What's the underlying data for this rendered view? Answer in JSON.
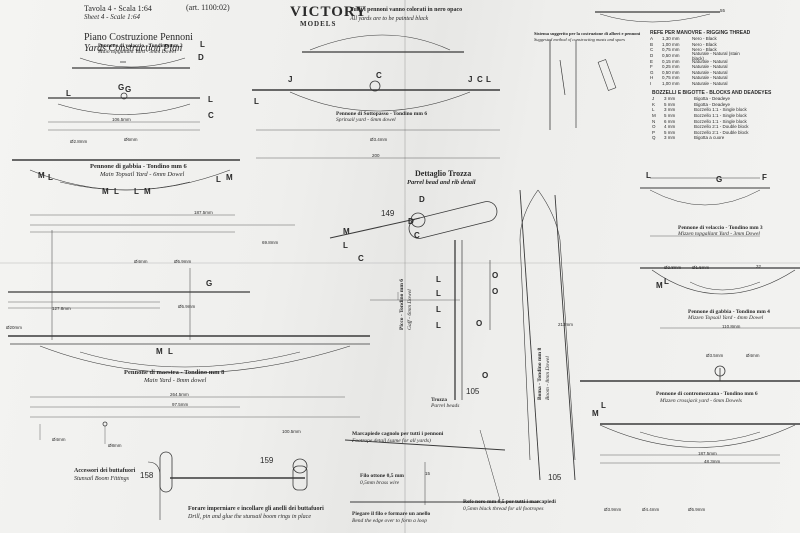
{
  "header": {
    "sheet_it": "Tavola 4 - Scala 1:64",
    "sheet_en": "Sheet 4 - Scale 1:64",
    "article": "(art. 1100:02)",
    "title_it": "Piano Costruzione Pennoni",
    "title_en": "Yards Construction Plan"
  },
  "logo": {
    "line1": "VICTORY",
    "line2": "MODELS"
  },
  "notes": {
    "blackened_it": "Tutti i pennoni vanno colorati in nero opaco",
    "blackened_en": "All yards are to be painted black",
    "rigging_it": "Sistema suggerito per la costruzione di alberi e pennoni",
    "rigging_en": "Suggested method of constructing masts and spars",
    "parrel_it": "Dettaglio Trozza",
    "parrel_en": "Parrel bead and rib detail",
    "footrope_it": "Marcapiede cagnolo per tutti i pennoni",
    "footrope_en": "Footrope detail (same for all yards)",
    "wire_it": "Filo ottone 0,5 mm",
    "wire_en": "0,5mm brass wire",
    "thread_it": "Refe nero mm 0,5 per tutti i marcapiedi",
    "thread_en": "0,5mm black thread for all footropes",
    "ends_it": "Piegare il filo e formare un anello",
    "ends_en": "Bend the edge over to form a loop",
    "stunsail_it": "Accessori dei buttafuori",
    "stunsail_en": "Stunsail Boom Fittings",
    "drill_it": "Forare imperniare e incollare gli anelli dei buttafuori",
    "drill_en": "Drill, pin and glue the stunsail boom rings in place",
    "bead": "Trozza",
    "bead_en": "Parrel beads"
  },
  "yards": {
    "main_topgallant_it": "Pennone di velaccio - Tondino mm 3",
    "main_topgallant_en": "Main topgallant Yard - 3mm Dowel",
    "spritsail_it": "Pennone di Sottopasso - Tondino mm 6",
    "spritsail_en": "Spritsail yard - 6mm dowel",
    "main_topsail_it": "Pennone di gabbia - Tondino mm 6",
    "main_topsail_en": "Main Topsail Yard - 6mm Dowel",
    "main_yard_it": "Pennone di maestra - Tondino mm 8",
    "main_yard_en": "Main Yard - 8mm dowel",
    "gaff_it": "Picco - Tondino mm 6",
    "gaff_en": "Gaff - 6mm Dowel",
    "boom_it": "Boma - Tondino mm 8",
    "boom_en": "Boom - 8mm Dowel",
    "mizzen_topgallant_it": "Pennone di velaccio - Tondino mm 3",
    "mizzen_topgallant_en": "Mizzen topgallant Yard - 3mm Dowel",
    "mizzen_topsail_it": "Pennone di gabbia - Tondino mm 4",
    "mizzen_topsail_en": "Mizzen Topsail Yard - 4mm Dowel",
    "mizzen_crossjack_it": "Pennone di contromezzana - Tondino mm 6",
    "mizzen_crossjack_en": "Mizzen crossjack yard - 6mm Dowels"
  },
  "dims": {
    "d106": "106.5mm",
    "d200": "200",
    "d187": "187.5mm",
    "d69": "69.8mm",
    "d127": "127.8mm",
    "d264": "264.5mm",
    "d97": "97.5mm",
    "d100": "100.5mm",
    "d213": "213mm",
    "d110": "110.8mm",
    "d187b": "187.5mm",
    "d48": "48.3mm",
    "d4a": "Ø4mm",
    "d59a": "Ø5.9mm",
    "d59b": "Ø5.9mm",
    "d8": "Ø8mm",
    "d4b": "Ø4mm",
    "d6": "Ø6mm",
    "d28a": "Ø2.8mm",
    "d28b": "Ø2.8mm",
    "d35": "Ø3.5mm",
    "d4c": "Ø4mm",
    "d39": "Ø3.9mm",
    "d44": "Ø4.4mm",
    "d59c": "Ø5.9mm",
    "d15": "Ø1.5mm",
    "d34": "Ø3.4mm",
    "d20": "Ø20mm"
  },
  "labels": {
    "n149": "149",
    "n105a": "105",
    "n105b": "105",
    "n158": "158",
    "n159": "159",
    "n15": "15",
    "n55": "55",
    "n32": "32"
  },
  "letters": {
    "L1": "L",
    "D1": "D",
    "C1": "C",
    "J1": "J",
    "L2": "L",
    "G1": "G",
    "L3": "L",
    "G2": "G",
    "C2": "C",
    "J2": "J",
    "C3": "C",
    "L4": "L",
    "L5": "L",
    "M1": "M",
    "L6": "L",
    "M2": "M",
    "L7": "L",
    "M3": "M",
    "L8": "L",
    "M4": "M",
    "L9": "L",
    "C4": "C",
    "M5": "M",
    "L10": "L",
    "D2": "D",
    "D3": "D",
    "C5": "C",
    "L11": "L",
    "L12": "L",
    "L13": "L",
    "L14": "L",
    "O1": "O",
    "O2": "O",
    "O3": "O",
    "O4": "O",
    "G3": "G",
    "F1": "F",
    "L15": "L",
    "M6": "M",
    "L16": "L",
    "M7": "M",
    "L17": "L",
    "M8": "M",
    "L18": "L",
    "G4": "G"
  },
  "rigging_table": {
    "title_it": "REFE PER MANOVRE",
    "title_en": "RIGGING THREAD",
    "rows": [
      {
        "k": "A",
        "size": "1,30 mm",
        "desc": "Nero - Black"
      },
      {
        "k": "B",
        "size": "1,00 mm",
        "desc": "Nero - Black"
      },
      {
        "k": "C",
        "size": "0,75 mm",
        "desc": "Nero - Black"
      },
      {
        "k": "D",
        "size": "0,50 mm",
        "desc": "Naturale - Natural (stain black)"
      },
      {
        "k": "E",
        "size": "0,15 mm",
        "desc": "Naturale - Natural"
      },
      {
        "k": "F",
        "size": "0,25 mm",
        "desc": "Naturale - Natural"
      },
      {
        "k": "G",
        "size": "0,50 mm",
        "desc": "Naturale - Natural"
      },
      {
        "k": "H",
        "size": "0,75 mm",
        "desc": "Naturale - Natural"
      },
      {
        "k": "I",
        "size": "1,00 mm",
        "desc": "Naturale - Natural"
      }
    ]
  },
  "blocks_table": {
    "title_it": "BOZZELLI E BIGOTTE",
    "title_en": "BLOCKS AND DEADEYES",
    "rows": [
      {
        "k": "J",
        "size": "3 mm",
        "desc": "Bigotta - Deadeye"
      },
      {
        "k": "K",
        "size": "5 mm",
        "desc": "Bigotta - Deadeye"
      },
      {
        "k": "L",
        "size": "3 mm",
        "desc": "Bozzello 1:1 - Single block"
      },
      {
        "k": "M",
        "size": "5 mm",
        "desc": "Bozzello 1:1 - Single block"
      },
      {
        "k": "N",
        "size": "6 mm",
        "desc": "Bozzello 1:1 - Single block"
      },
      {
        "k": "O",
        "size": "4 mm",
        "desc": "Bozzello 2:1 - Double block"
      },
      {
        "k": "P",
        "size": "5 mm",
        "desc": "Bozzello 2:1 - Double block"
      },
      {
        "k": "Q",
        "size": "3 mm",
        "desc": "Bigotta a cuore"
      }
    ]
  }
}
